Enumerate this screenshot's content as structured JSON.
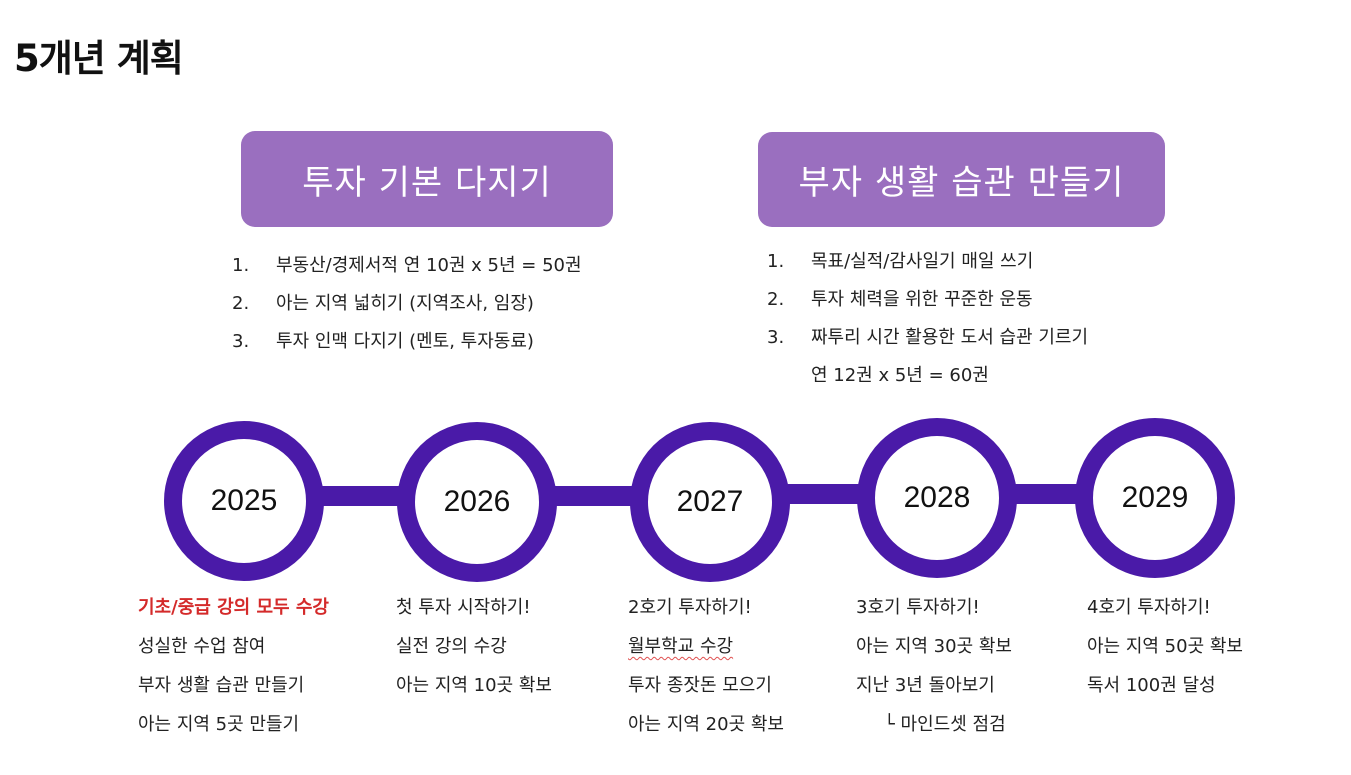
{
  "page": {
    "title": "5개년 계획"
  },
  "sections": [
    {
      "header": "투자 기본 다지기",
      "goals": [
        {
          "num": "1.",
          "text": "부동산/경제서적 연 10권 x 5년 = 50권"
        },
        {
          "num": "2.",
          "text": "아는 지역 넓히기 (지역조사, 임장)"
        },
        {
          "num": "3.",
          "text": "투자 인맥 다지기 (멘토, 투자동료)"
        }
      ]
    },
    {
      "header": "부자 생활 습관 만들기",
      "goals": [
        {
          "num": "1.",
          "text": "목표/실적/감사일기 매일 쓰기"
        },
        {
          "num": "2.",
          "text": "투자 체력을 위한 꾸준한 운동"
        },
        {
          "num": "3.",
          "text": "짜투리 시간 활용한 도서 습관 기르기",
          "cont": "연 12권 x 5년 = 60권"
        }
      ]
    }
  ],
  "timeline": {
    "color": "#4a1aa8",
    "years": [
      {
        "year": "2025",
        "items": [
          "기초/중급 강의 모두 수강",
          "성실한 수업 참여",
          "부자 생활 습관 만들기",
          "아는 지역 5곳 만들기"
        ]
      },
      {
        "year": "2026",
        "items": [
          "첫 투자 시작하기!",
          "실전 강의 수강",
          "아는 지역 10곳 확보"
        ]
      },
      {
        "year": "2027",
        "items": [
          "2호기 투자하기!",
          "월부학교 수강",
          "투자 종잣돈 모으기",
          "아는 지역 20곳 확보"
        ]
      },
      {
        "year": "2028",
        "items": [
          "3호기 투자하기!",
          "아는 지역 30곳 확보",
          "지난 3년 돌아보기",
          "└ 마인드셋 점검"
        ]
      },
      {
        "year": "2029",
        "items": [
          "4호기 투자하기!",
          "아는 지역 50곳 확보",
          "독서 100권 달성"
        ]
      }
    ]
  },
  "colors": {
    "header_bg": "#9a6fbf",
    "highlight": "#d42a2a"
  }
}
